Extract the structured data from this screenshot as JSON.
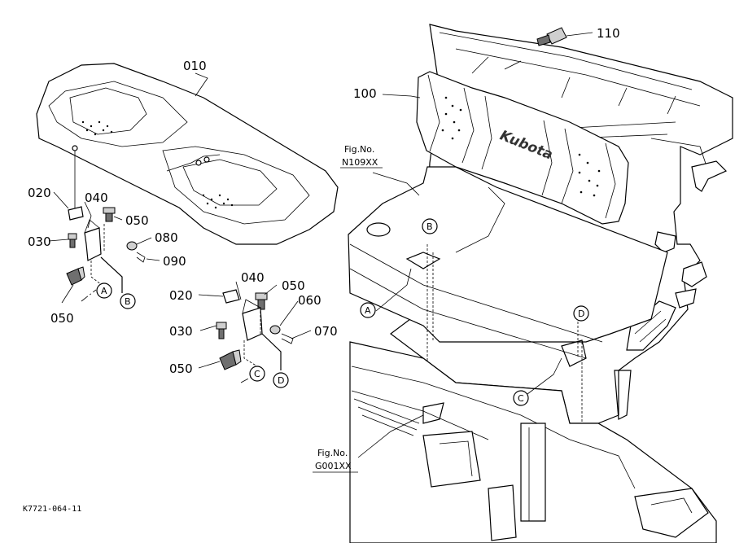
{
  "parts": {
    "seat_010": "010",
    "bracket_020": "020",
    "bolt_030": "030",
    "stud_040": "040",
    "nut_050": "050",
    "washer_060": "060",
    "pin_070": "070",
    "washer_080": "080",
    "pin_090": "090",
    "backrest_100": "100",
    "bolt_110": "110"
  },
  "refs": {
    "a": "A",
    "b": "B",
    "c": "C",
    "d": "D"
  },
  "figrefs": {
    "n109_label": "Fig.No.",
    "n109_code": "N109XX",
    "g001_label": "Fig.No.",
    "g001_code": "G001XX"
  },
  "brand": "Kubota",
  "drawing_code": "K7721-064-11"
}
